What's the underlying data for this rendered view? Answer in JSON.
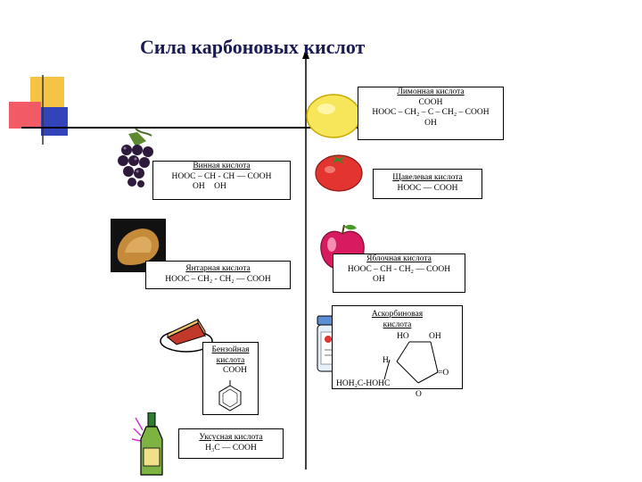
{
  "title": "Сила карбоновых кислот",
  "acids": {
    "lemon": {
      "name": "Лимонная кислота",
      "line1": "COOH",
      "line2": "HOOC – CH₂ – C – CH₂ – COOH",
      "line3": "OH"
    },
    "tartaric": {
      "name": "Винная кислота",
      "line1": "HOOC – CH - CH — COOH",
      "line2": "OH OH"
    },
    "oxalic": {
      "name": "Щавелевая кислота",
      "line1": "HOOC — COOH"
    },
    "succinic": {
      "name": "Янтарная кислота",
      "line1": "HOOC – CH₂ - CH₂ — COOH"
    },
    "malic": {
      "name": "Яблочная кислота",
      "line1": "HOOC – CH - CH₂ — COOH",
      "line2": "OH"
    },
    "ascorbic": {
      "name_line1": "Аскорбиновая",
      "name_line2": "кислота",
      "ho": "HO",
      "oh": "OH",
      "h": "H",
      "o_side": "=O",
      "hoh2c": "HOH₂C-HOHC",
      "o_ring": "O"
    },
    "benzoic": {
      "name_line1": "Бензойная",
      "name_line2": "кислота",
      "cooh": "COOH"
    },
    "acetic": {
      "name": "Уксусная кислота",
      "line1": "H₃C — COOH"
    }
  },
  "icons": [
    "grapes-icon",
    "amber-icon",
    "pie-icon",
    "bottle-icon",
    "lemon-icon",
    "tomato-icon",
    "apple-icon",
    "jar-icon"
  ],
  "colors": {
    "title": "#1a1a55",
    "accent_yellow": "#f2c53d",
    "accent_red": "#e8434f",
    "accent_blue": "#2233aa"
  }
}
